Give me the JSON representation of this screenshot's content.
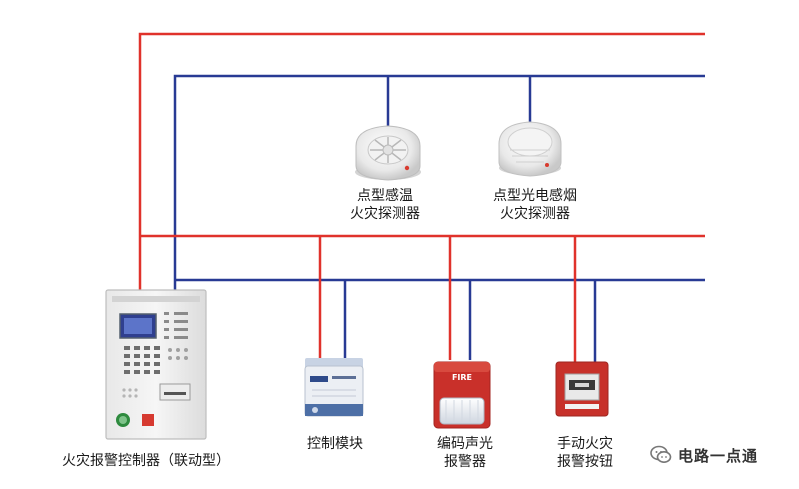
{
  "colors": {
    "red_bus": "#e0322b",
    "blue_bus": "#283a94"
  },
  "labels": {
    "heat_detector": [
      "点型感温",
      "火灾探测器"
    ],
    "smoke_detector": [
      "点型光电感烟",
      "火灾探测器"
    ],
    "control_panel": "火灾报警控制器（联动型）",
    "control_module": "控制模块",
    "sounder": [
      "编码声光",
      "报警器"
    ],
    "call_point": [
      "手动火灾",
      "报警按钮"
    ]
  },
  "device_text": {
    "sounder_brand": "FIRE"
  },
  "watermark": "电路一点通"
}
